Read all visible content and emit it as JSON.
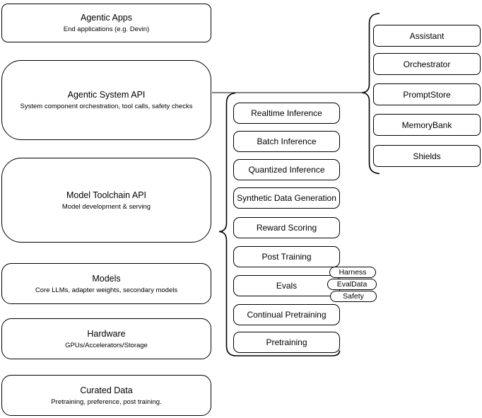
{
  "diagram": {
    "left_column": [
      {
        "title": "Agentic Apps",
        "subtitle": "End applications (e.g. Devin)"
      },
      {
        "title": "Agentic System API",
        "subtitle": "System component orchestration, tool calls, safety checks"
      },
      {
        "title": "Model Toolchain API",
        "subtitle": "Model development & serving"
      },
      {
        "title": "Models",
        "subtitle": "Core LLMs, adapter weights, secondary models"
      },
      {
        "title": "Hardware",
        "subtitle": "GPUs/Accelerators/Storage"
      },
      {
        "title": "Curated Data",
        "subtitle": "Pretraining, preference, post training."
      }
    ],
    "toolchain_components": [
      "Realtime Inference",
      "Batch Inference",
      "Quantized Inference",
      "Synthetic Data Generation",
      "Reward Scoring",
      "Post Training",
      "Evals",
      "Continual Pretraining",
      "Pretraining"
    ],
    "evals_pills": [
      "Harness",
      "EvalData",
      "Safety"
    ],
    "system_components": [
      "Assistant",
      "Orchestrator",
      "PromptStore",
      "MemoryBank",
      "Shields"
    ],
    "colors": {
      "stroke": "#000000",
      "fill": "#ffffff",
      "text": "#000000",
      "background": "#ffffff"
    }
  }
}
